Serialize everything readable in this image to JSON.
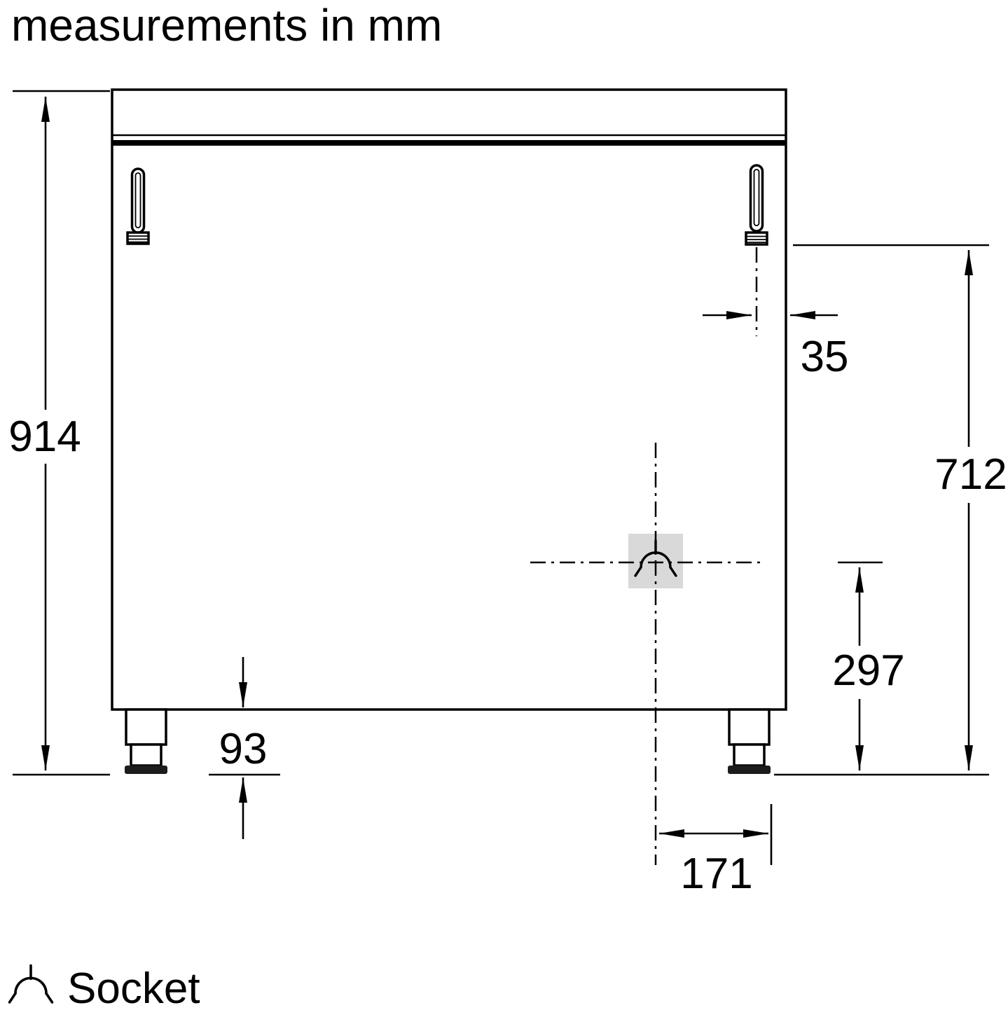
{
  "title": "measurements in mm",
  "legend": {
    "label": "Socket",
    "symbol": "socket-icon"
  },
  "dimensions": {
    "overall_height": "914",
    "pipe_to_right_edge": "35",
    "pipe_connection_height": "712",
    "socket_height": "297",
    "foot_height": "93",
    "socket_to_right_foot": "171"
  },
  "colors": {
    "line": "#000000",
    "socket_box": "#d9d9d9",
    "foot_base": "#1c1c1c",
    "background": "#ffffff"
  }
}
